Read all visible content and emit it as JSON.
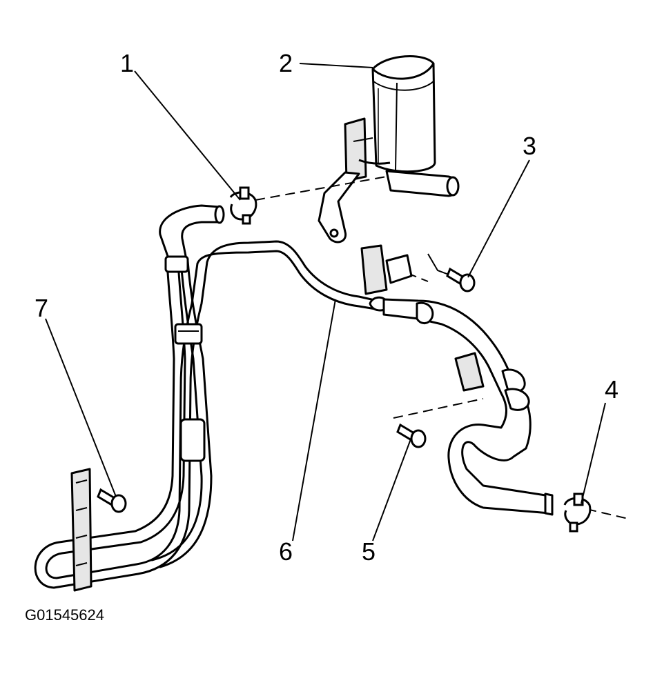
{
  "diagram": {
    "figure_id": "G01545624",
    "callouts": [
      {
        "id": "1",
        "label": "1"
      },
      {
        "id": "2",
        "label": "2"
      },
      {
        "id": "3",
        "label": "3"
      },
      {
        "id": "4",
        "label": "4"
      },
      {
        "id": "5",
        "label": "5"
      },
      {
        "id": "6",
        "label": "6"
      },
      {
        "id": "7",
        "label": "7"
      }
    ],
    "colors": {
      "ink": "#000000",
      "paper": "#ffffff",
      "shade": "#e6e6e6"
    }
  }
}
